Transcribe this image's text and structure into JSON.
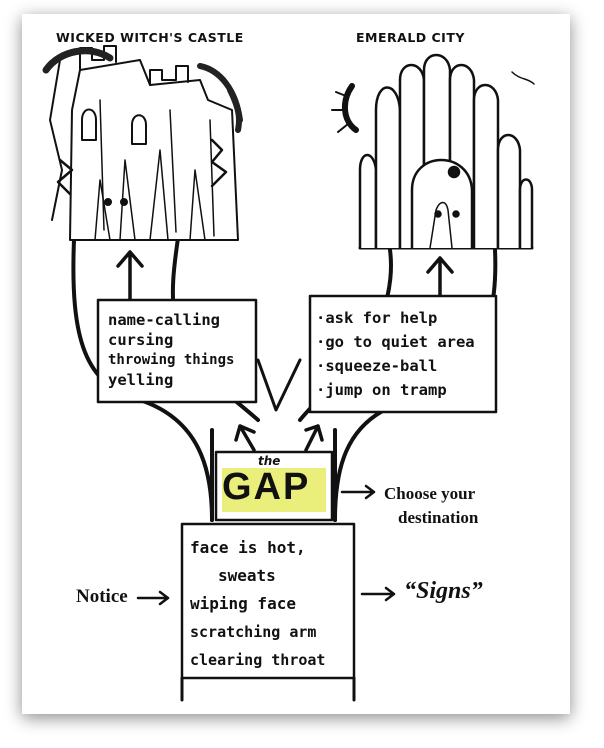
{
  "titles": {
    "left": "WICKED WITCH'S CASTLE",
    "right": "EMERALD CITY"
  },
  "left_box": {
    "items": [
      "name-calling",
      "cursing",
      "throwing things",
      "yelling"
    ]
  },
  "right_box": {
    "items": [
      "·ask for help",
      "·go to quiet area",
      "·squeeze-ball",
      "·jump on tramp"
    ]
  },
  "gap": {
    "small": "the",
    "big": "GAP",
    "highlight_color": "#e9ef7a"
  },
  "destination": {
    "line1": "Choose your",
    "line2": "destination"
  },
  "trunk_box": {
    "items": [
      "face is hot,",
      "sweats",
      "wiping face",
      "scratching arm",
      "clearing throat"
    ]
  },
  "notice_label": "Notice",
  "signs_label": "“Signs”"
}
